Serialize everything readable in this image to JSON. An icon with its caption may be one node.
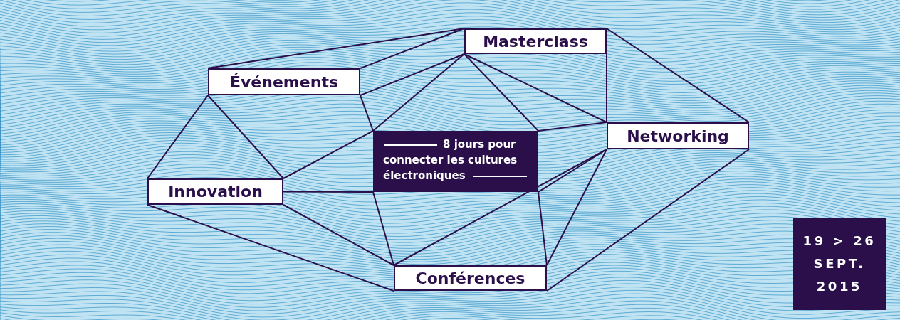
{
  "diagram": {
    "nodes": [
      {
        "text": [
          "Masterclass"
        ]
      },
      {
        "text": [
          "Événements"
        ]
      },
      {
        "text": [
          "Networking"
        ]
      },
      {
        "text": [
          "8 jours pour connecter les cultures électroniques"
        ]
      },
      {
        "text": [
          "Innovation"
        ]
      },
      {
        "text": [
          "Conférences"
        ]
      },
      {
        "text": [
          "19 > 26 SEPT. 2015"
        ]
      }
    ],
    "edges": [
      {
        "from": 1,
        "to": 0,
        "arrow": "none"
      },
      {
        "from": 1,
        "to": 0,
        "arrow": "none"
      },
      {
        "from": 1,
        "to": 0,
        "arrow": "none"
      },
      {
        "from": 1,
        "to": 4,
        "arrow": "none"
      },
      {
        "from": 1,
        "to": 4,
        "arrow": "none"
      },
      {
        "from": 1,
        "to": 3,
        "arrow": "none"
      },
      {
        "from": 0,
        "to": 3,
        "arrow": "none"
      },
      {
        "from": 0,
        "to": 3,
        "arrow": "none"
      },
      {
        "from": 0,
        "to": 2,
        "arrow": "none"
      },
      {
        "from": 0,
        "to": 2,
        "arrow": "none"
      },
      {
        "from": 0,
        "to": 2,
        "arrow": "none"
      },
      {
        "from": 3,
        "to": 2,
        "arrow": "none"
      },
      {
        "from": 3,
        "to": 2,
        "arrow": "none"
      },
      {
        "from": 4,
        "to": 3,
        "arrow": "none"
      },
      {
        "from": 4,
        "to": 3,
        "arrow": "none"
      },
      {
        "from": 4,
        "to": 5,
        "arrow": "none"
      },
      {
        "from": 4,
        "to": 5,
        "arrow": "none"
      },
      {
        "from": 3,
        "to": 5,
        "arrow": "none"
      },
      {
        "from": 3,
        "to": 5,
        "arrow": "none"
      },
      {
        "from": 5,
        "to": 2,
        "arrow": "none"
      },
      {
        "from": 5,
        "to": 2,
        "arrow": "none"
      },
      {
        "from": 5,
        "to": 2,
        "arrow": "none"
      }
    ]
  }
}
